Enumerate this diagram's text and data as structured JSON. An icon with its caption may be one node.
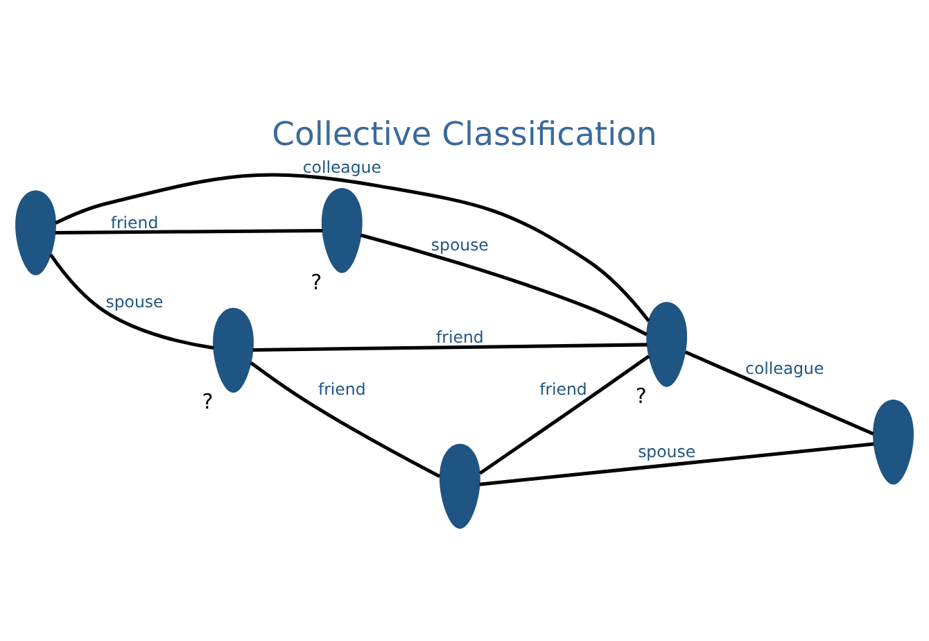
{
  "diagram": {
    "title": "Collective Classification",
    "nodes": [
      {
        "text": [],
        "shape": "person"
      },
      {
        "text": [],
        "shape": "person",
        "beside": [
          "?"
        ]
      },
      {
        "text": [],
        "shape": "person",
        "beside": [
          "?"
        ]
      },
      {
        "text": [],
        "shape": "person",
        "beside": [
          "?"
        ]
      },
      {
        "text": [],
        "shape": "person"
      },
      {
        "text": [],
        "shape": "person"
      }
    ],
    "edges": [
      {
        "from": 0,
        "to": 2,
        "arrow": "none",
        "label": "spouse"
      },
      {
        "from": 2,
        "to": 4,
        "arrow": "none",
        "label": "friend"
      },
      {
        "from": 0,
        "to": 3,
        "arrow": "none",
        "label": "colleague"
      },
      {
        "from": 2,
        "to": 3,
        "arrow": "none",
        "label": "friend"
      },
      {
        "from": 4,
        "to": 3,
        "arrow": "none",
        "label": "friend"
      },
      {
        "from": 4,
        "to": 5,
        "arrow": "none",
        "label": "spouse"
      },
      {
        "from": 0,
        "to": 1,
        "arrow": "none",
        "label": "friend"
      },
      {
        "from": 1,
        "to": 3,
        "arrow": "none",
        "label": "spouse"
      },
      {
        "from": 3,
        "to": 5,
        "arrow": "none",
        "label": "colleague"
      }
    ]
  }
}
